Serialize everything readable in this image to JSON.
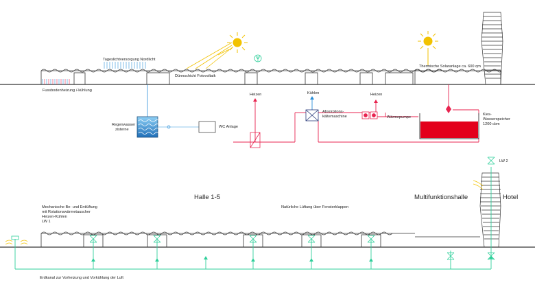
{
  "labels": {
    "daylight": "Tageslichtversorgung Nordlicht",
    "pv": "Dünnschicht Fotovoltaik",
    "solar_thermal": "Thermische Solaranlage ca. 600 qm",
    "floor": "Fussbodenheizung /-kühlung",
    "heizen1": "Heizen",
    "kuehlen": "Kühlen",
    "heizen2": "Heizen",
    "absorption": [
      "Absorptions-",
      "kältemaschine"
    ],
    "heat_pump": "Wärmepumpe",
    "storage": [
      "Kies-",
      "Wasserspeicher",
      "1200 cbm"
    ],
    "rainwater": [
      "Regenwasser",
      "zisterne"
    ],
    "wc": "WC Anlage",
    "halle": "Halle 1-5",
    "multi": "Multifunktionshalle",
    "hotel": "Hotel",
    "mech_vent": [
      "Mechanische Be- und Entlüftung",
      "mit Rotationswärmetauscher",
      "Heizen-Kühlen",
      "LW 1"
    ],
    "natural_vent": "Natürliche Lüftung über Fensterklappen",
    "lw2": "LW 2",
    "earth_duct": "Erdkanal zur Vorheizung und Vorkühlung der Luft"
  },
  "colors": {
    "heating": "#e8234f",
    "cooling": "#2a8fd8",
    "water": "#6fb7e8",
    "ventilation": "#2ecf9a",
    "solar": "#f2c200",
    "structure": "#333333",
    "storage_fill": "#e3001b"
  }
}
